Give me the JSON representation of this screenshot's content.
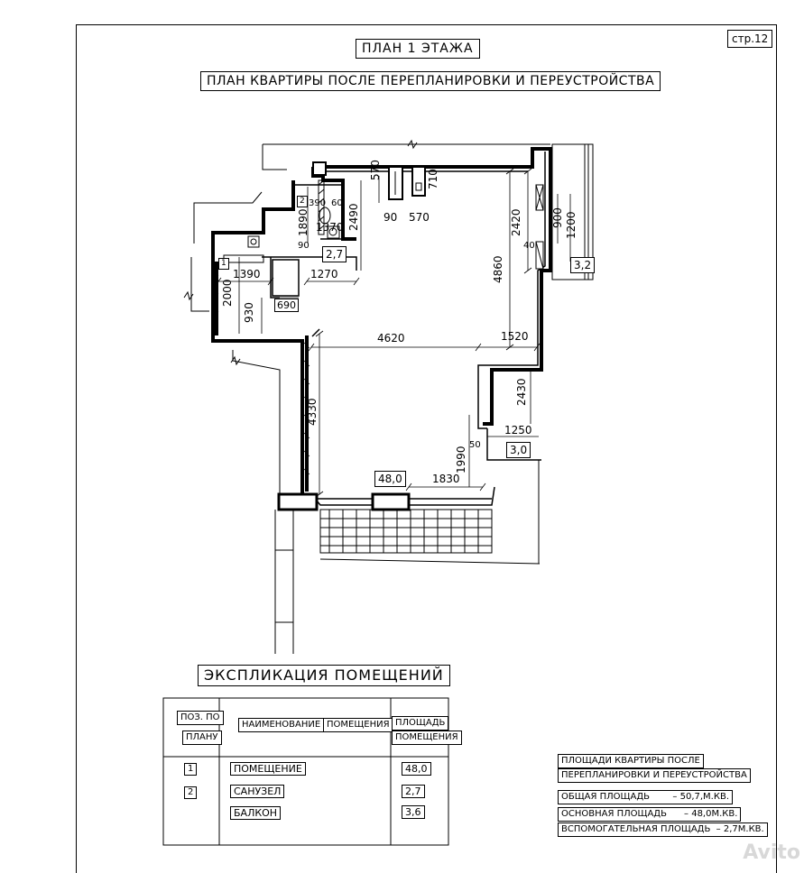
{
  "page_number": "стр.12",
  "title": "ПЛАН 1 ЭТАЖА",
  "subtitle": "ПЛАН КВАРТИРЫ ПОСЛЕ ПЕРЕПЛАНИРОВКИ И ПЕРЕУСТРОЙСТВА",
  "plan": {
    "room_numbers": [
      "1",
      "2"
    ],
    "areas": {
      "main": "48,0",
      "bathroom": "2,7",
      "balcony": "3,2",
      "niche": "3,0"
    },
    "dimensions": {
      "d570_top": "570",
      "d710": "710",
      "d90_top": "90",
      "d570_bot": "570",
      "d390": "390",
      "d60": "60",
      "d1370": "1370",
      "d1890": "1890",
      "d2490": "2490",
      "d90_bath": "90",
      "d1390": "1390",
      "d1270": "1270",
      "d2000": "2000",
      "d930": "930",
      "d690": "690",
      "d2420": "2420",
      "d4860": "4860",
      "d900": "900",
      "d1200": "1200",
      "d40": "40",
      "d4620": "4620",
      "d1520": "1520",
      "d2430": "2430",
      "d4330": "4330",
      "d1250": "1250",
      "d1990": "1990",
      "d50": "50",
      "d1830": "1830"
    }
  },
  "explication": {
    "title": "ЭКСПЛИКАЦИЯ  ПОМЕЩЕНИЙ",
    "headers": {
      "pos_line1": "ПОЗ. ПО",
      "pos_line2": "ПЛАНУ",
      "name": "НАИМЕНОВАНИЕ",
      "rooms": "ПОМЕЩЕНИЯ",
      "area_line1": "ПЛОЩАДЬ",
      "area_line2": "ПОМЕЩЕНИЯ"
    },
    "rows": [
      {
        "pos": "1",
        "name": "ПОМЕЩЕНИЕ",
        "area": "48,0"
      },
      {
        "pos": "2",
        "name": "САНУЗЕЛ",
        "area": "2,7"
      },
      {
        "pos": "",
        "name": "БАЛКОН",
        "area": "3,6"
      }
    ]
  },
  "areas_summary": {
    "title_line1": "ПЛОЩАДИ КВАРТИРЫ ПОСЛЕ",
    "title_line2": "ПЕРЕПЛАНИРОВКИ И ПЕРЕУСТРОЙСТВА",
    "total": "ОБЩАЯ ПЛОЩАДЬ        – 50,7,М.КВ.",
    "main": "ОСНОВНАЯ ПЛОЩАДЬ      – 48,0М.КВ.",
    "auxiliary": "ВСПОМОГАТЕЛЬНАЯ ПЛОЩАДЬ  – 2,7М.КВ."
  },
  "watermark": "Avito"
}
